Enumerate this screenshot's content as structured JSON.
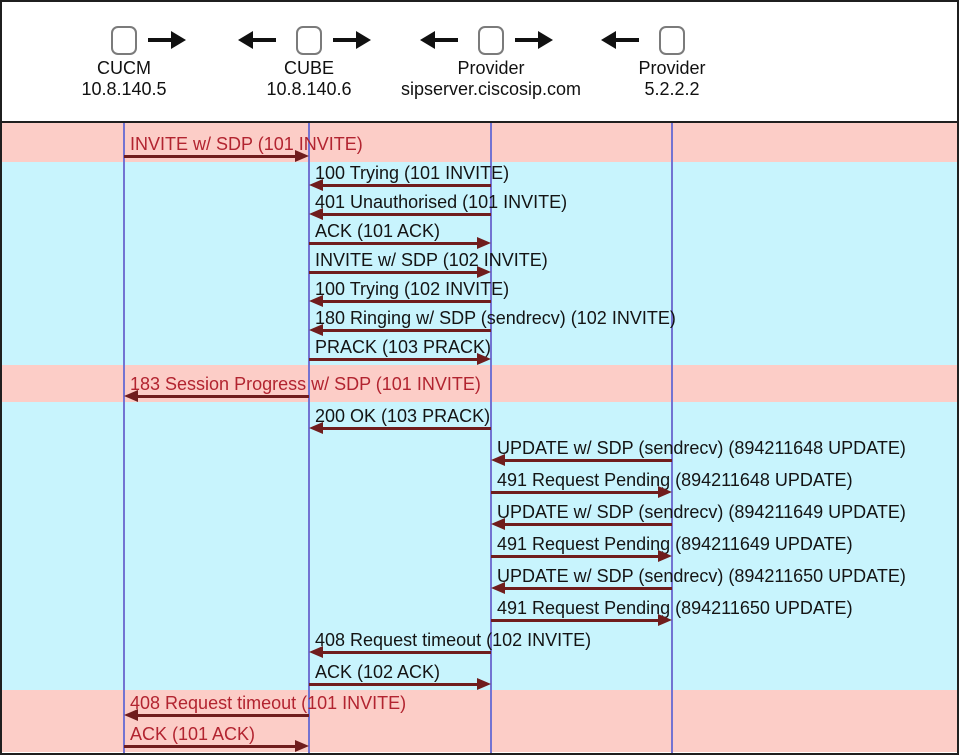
{
  "diagram": {
    "title": "SIP call flow ladder diagram",
    "entities": [
      {
        "name": "CUCM",
        "address": "10.8.140.5",
        "arrows": [
          "right"
        ]
      },
      {
        "name": "CUBE",
        "address": "10.8.140.6",
        "arrows": [
          "left",
          "right"
        ]
      },
      {
        "name": "Provider",
        "address": "sipserver.ciscosip.com",
        "arrows": [
          "left",
          "right"
        ]
      },
      {
        "name": "Provider",
        "address": "5.2.2.2",
        "arrows": [
          "left"
        ]
      }
    ],
    "messages": [
      {
        "label": "INVITE w/ SDP (101 INVITE)",
        "from": 0,
        "to": 1,
        "band": "pink"
      },
      {
        "label": "100 Trying (101 INVITE)",
        "from": 2,
        "to": 1,
        "band": "cyan"
      },
      {
        "label": "401 Unauthorised (101 INVITE)",
        "from": 2,
        "to": 1,
        "band": "cyan"
      },
      {
        "label": "ACK (101 ACK)",
        "from": 1,
        "to": 2,
        "band": "cyan"
      },
      {
        "label": "INVITE w/ SDP (102 INVITE)",
        "from": 1,
        "to": 2,
        "band": "cyan"
      },
      {
        "label": "100 Trying (102 INVITE)",
        "from": 2,
        "to": 1,
        "band": "cyan"
      },
      {
        "label": "180 Ringing w/ SDP (sendrecv) (102 INVITE)",
        "from": 2,
        "to": 1,
        "band": "cyan"
      },
      {
        "label": "PRACK (103 PRACK)",
        "from": 1,
        "to": 2,
        "band": "cyan"
      },
      {
        "label": "183 Session Progress w/ SDP (101 INVITE)",
        "from": 1,
        "to": 0,
        "band": "pink"
      },
      {
        "label": "200 OK (103 PRACK)",
        "from": 2,
        "to": 1,
        "band": "cyan"
      },
      {
        "label": "UPDATE w/ SDP (sendrecv) (894211648 UPDATE)",
        "from": 3,
        "to": 2,
        "band": "cyan"
      },
      {
        "label": "491 Request Pending (894211648 UPDATE)",
        "from": 2,
        "to": 3,
        "band": "cyan"
      },
      {
        "label": "UPDATE w/ SDP (sendrecv) (894211649 UPDATE)",
        "from": 3,
        "to": 2,
        "band": "cyan"
      },
      {
        "label": "491 Request Pending (894211649 UPDATE)",
        "from": 2,
        "to": 3,
        "band": "cyan"
      },
      {
        "label": "UPDATE w/ SDP (sendrecv) (894211650 UPDATE)",
        "from": 3,
        "to": 2,
        "band": "cyan"
      },
      {
        "label": "491 Request Pending (894211650 UPDATE)",
        "from": 2,
        "to": 3,
        "band": "cyan"
      },
      {
        "label": "408 Request timeout (102 INVITE)",
        "from": 2,
        "to": 1,
        "band": "cyan"
      },
      {
        "label": "ACK (102 ACK)",
        "from": 1,
        "to": 2,
        "band": "cyan"
      },
      {
        "label": "408 Request timeout (101 INVITE)",
        "from": 1,
        "to": 0,
        "band": "pink"
      },
      {
        "label": "ACK (101 ACK)",
        "from": 0,
        "to": 1,
        "band": "pink"
      }
    ],
    "colors": {
      "band_pink": "#fccdc7",
      "band_cyan": "#c8f4fd",
      "lifeline": "#7373d2",
      "arrow": "#701d1d",
      "pink_text": "#b22430",
      "cyan_text": "#141414",
      "header_arrow": "#111111",
      "node_border": "#7b7b7b",
      "separator": "#1f1f1f"
    }
  }
}
